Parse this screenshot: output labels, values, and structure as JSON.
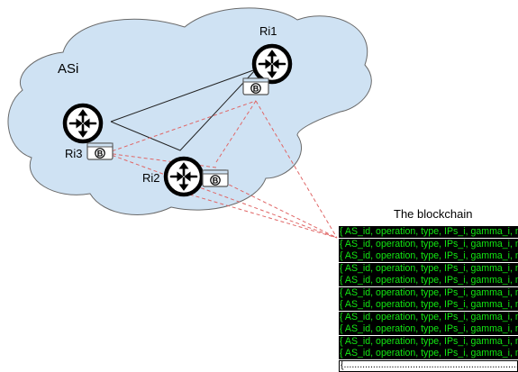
{
  "as_label": "ASi",
  "routers": [
    {
      "id": "ri1",
      "label": "Ri1"
    },
    {
      "id": "ri2",
      "label": "Ri2"
    },
    {
      "id": "ri3",
      "label": "Ri3"
    }
  ],
  "wallet_symbol": "B",
  "blockchain": {
    "title": "The blockchain",
    "entries": [
      "{ AS_id, operation, type, IPs_i, gamma_i, mu_i }",
      "{ AS_id, operation, type, IPs_i, gamma_i, mu_i }",
      "{ AS_id, operation, type, IPs_i, gamma_i, mu_i }",
      "{ AS_id, operation, type, IPs_i, gamma_i, mu_i }",
      "{ AS_id, operation, type, IPs_i, gamma_i, mu_i }",
      "{ AS_id, operation, type, IPs_i, gamma_i, mu_i }",
      "{ AS_id, operation, type, IPs_i, gamma_i, mu_i }",
      "{ AS_id, operation, type, IPs_i, gamma_i, mu_i }",
      "{ AS_id, operation, type, IPs_i, gamma_i, mu_i }",
      "{ AS_id, operation, type, IPs_i, gamma_i, mu_i }",
      "{ AS_id, operation, type, IPs_i, gamma_i, mu_i }"
    ],
    "last_entry": "{..................................................................."
  },
  "colors": {
    "cloud_fill": "#cfe2f3",
    "cloud_stroke": "#6a6a6a",
    "dashed_link": "#e06666",
    "chain_bg": "#000000",
    "chain_text": "#12e612"
  },
  "icons": [
    "router-icon",
    "bitcoin-wallet-icon"
  ]
}
